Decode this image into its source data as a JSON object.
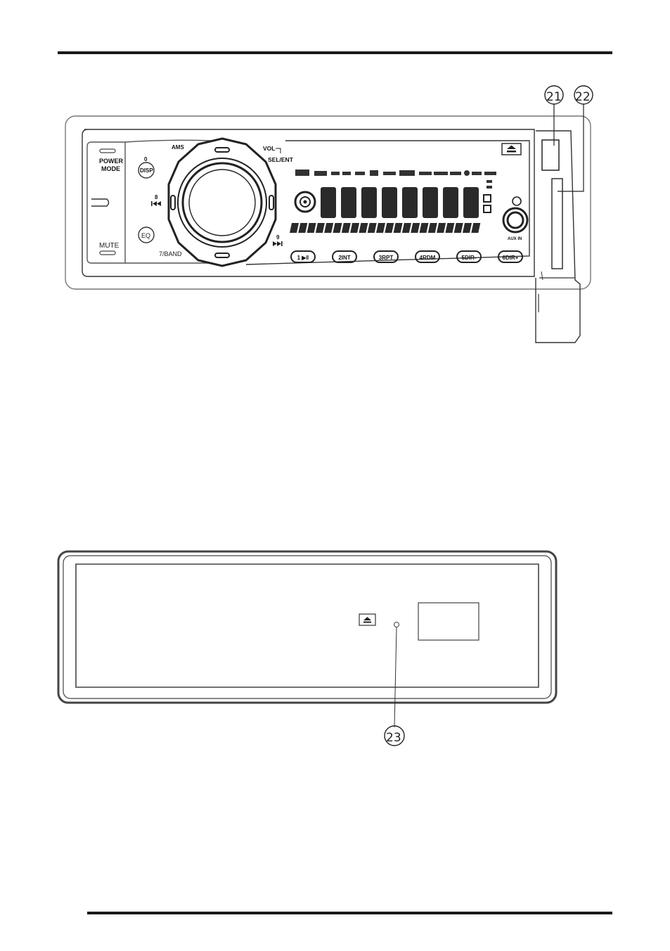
{
  "labels": {
    "power_mode_1": "POWER",
    "power_mode_2": "MODE",
    "mute": "MUTE",
    "disp_num": "0",
    "disp": "DISP",
    "prev_num": "8",
    "eq": "EQ",
    "band": "7/BAND",
    "ams": "AMS",
    "vol": "VOL",
    "sel_ent": "SEL/ENT",
    "next_num": "9",
    "aux": "AUX IN"
  },
  "preset_buttons": [
    "1 ▶‖",
    "2INT",
    "3RPT",
    "4RDM",
    "5DIR-",
    "6DIR+"
  ],
  "callouts": {
    "c21": "21",
    "c22": "22",
    "c23": "23"
  },
  "icons": {
    "eject": "eject-icon",
    "prev": "skip-back-icon",
    "next": "skip-forward-icon"
  }
}
